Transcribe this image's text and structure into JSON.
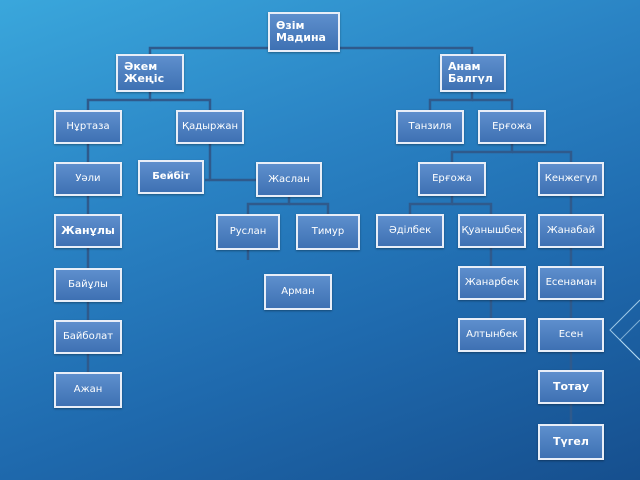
{
  "nodes": {
    "ozim": "Өзім\nМадина",
    "akem": "Әкем\nЖеңіс",
    "anam": "Анам\nБалгүл",
    "nurtaza": "Нұртаза",
    "kadyrzhan": "Қадыржан",
    "tanziya": "Танзиля",
    "ergozha1": "Ерғожа",
    "uali": "Уәли",
    "beibit": "Бейбіт",
    "zhaslan": "Жаслан",
    "ergozha2": "Ерғожа",
    "kenzhegul": "Кенжегүл",
    "zhanuly": "Жанұлы",
    "ruslan": "Руслан",
    "timur": "Тимур",
    "adilbek": "Әділбек",
    "kuanyshbek": "Қуанышбек",
    "zhanabai": "Жанабай",
    "baiuly": "Байұлы",
    "arman": "Арман",
    "zhanarbek": "Жанарбек",
    "esenaman": "Есенаман",
    "baibolat": "Байболат",
    "altynbek": "Алтынбек",
    "esen": "Есен",
    "azhan": "Ажан",
    "totau": "Тотау",
    "tugel": "Түгел"
  }
}
